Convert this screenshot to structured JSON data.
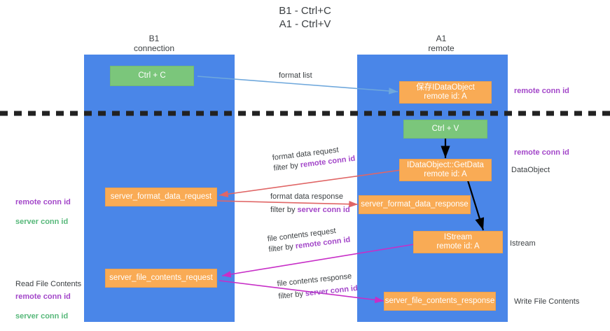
{
  "diagram": {
    "title": "B1 - Ctrl+C\nA1 - Ctrl+V",
    "colors": {
      "lane": "#4a86e8",
      "box_green": "#7bc67b",
      "box_orange": "#f9ab55",
      "text_purple": "#a347c9",
      "text_green": "#57b87a",
      "divider": "#222222",
      "arrow_blue": "#6fa8dc",
      "arrow_red": "#e06666",
      "arrow_magenta": "#c72ec7",
      "arrow_black": "#000000"
    },
    "columns": [
      {
        "id": "b1",
        "title": "B1\nconnection"
      },
      {
        "id": "a1",
        "title": "A1\nremote"
      }
    ],
    "boxes": [
      {
        "id": "ctrl-c",
        "label": "Ctrl + C",
        "kind": "green"
      },
      {
        "id": "save-idataobject",
        "label": "保存IDataObject\nremote id: A",
        "kind": "orange"
      },
      {
        "id": "ctrl-v",
        "label": "Ctrl + V",
        "kind": "green"
      },
      {
        "id": "idataobject-getdata",
        "label": "IDataObject::GetData\nremote id: A",
        "kind": "orange"
      },
      {
        "id": "server-format-data-request",
        "label": "server_format_data_request",
        "kind": "orange"
      },
      {
        "id": "server-format-data-response",
        "label": "server_format_data_response",
        "kind": "orange"
      },
      {
        "id": "istream",
        "label": "IStream\nremote id: A",
        "kind": "orange"
      },
      {
        "id": "server-file-contents-request",
        "label": "server_file_contents_request",
        "kind": "orange"
      },
      {
        "id": "server-file-contents-response",
        "label": "server_file_contents_response",
        "kind": "orange"
      }
    ],
    "arrow_labels": [
      {
        "id": "format-list",
        "line1": "format list",
        "line1_accent": "",
        "line2": "",
        "line2_accent": ""
      },
      {
        "id": "format-data-request",
        "line1": "format data request",
        "line1_accent": "",
        "line2": "filter by ",
        "line2_accent": "remote conn id"
      },
      {
        "id": "format-data-response",
        "line1": "format data response",
        "line1_accent": "",
        "line2": "filter by ",
        "line2_accent": "server conn id"
      },
      {
        "id": "file-contents-request",
        "line1": "file contents request",
        "line1_accent": "",
        "line2": "filter by ",
        "line2_accent": "remote conn id"
      },
      {
        "id": "file-contents-response",
        "line1": "file contents response",
        "line1_accent": "",
        "line2": "filter by ",
        "line2_accent": "server conn id"
      }
    ],
    "side_labels": {
      "left": [
        {
          "id": "left-format-ids",
          "lines": [
            {
              "text": "remote conn id",
              "style": "purple"
            },
            {
              "text": "server conn id",
              "style": "green"
            }
          ]
        },
        {
          "id": "left-read-file",
          "lines": [
            {
              "text": "Read File Contents",
              "style": "plain"
            }
          ]
        },
        {
          "id": "left-file-ids",
          "lines": [
            {
              "text": "remote conn id",
              "style": "purple"
            },
            {
              "text": "server conn id",
              "style": "green"
            }
          ]
        }
      ],
      "right": [
        {
          "id": "right-remote-conn-id-top",
          "lines": [
            {
              "text": "remote conn id",
              "style": "purple"
            }
          ]
        },
        {
          "id": "right-remote-conn-id-bottom",
          "lines": [
            {
              "text": "remote conn id",
              "style": "purple"
            }
          ]
        },
        {
          "id": "right-dataobject",
          "lines": [
            {
              "text": "DataObject",
              "style": "plain"
            }
          ]
        },
        {
          "id": "right-istream",
          "lines": [
            {
              "text": "Istream",
              "style": "plain"
            }
          ]
        },
        {
          "id": "right-write-file",
          "lines": [
            {
              "text": "Write File Contents",
              "style": "plain"
            }
          ]
        }
      ]
    }
  }
}
